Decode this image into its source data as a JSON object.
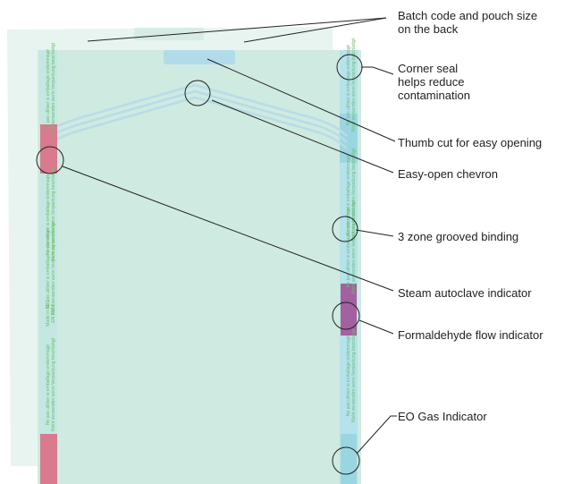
{
  "callouts": {
    "batch_code": [
      "Batch code and pouch size",
      "on the back"
    ],
    "corner_seal": [
      "Corner seal",
      "helps reduce",
      "contamination"
    ],
    "thumb_cut": "Thumb cut for easy opening",
    "chevron": "Easy-open chevron",
    "grooved_binding": "3 zone grooved binding",
    "steam_indicator": "Steam autoclave indicator",
    "formaldehyde_indicator": "Formaldehyde flow indicator",
    "eo_gas_indicator": "EO Gas Indicator"
  },
  "strip_text": {
    "warning_line1": "Ne pas utiliser si emballage endommagé",
    "warning_line2": "Nicht verwenden wenn Verpackung beschädigt",
    "made_in_line1": "Made in EEC",
    "made_in_line2": "EN 868-5"
  },
  "colors": {
    "pouch_fill": "#cfeae0",
    "back_pouch": "#e8f4f0",
    "border_stripe": "#b6e2ec",
    "steam_indicator": "#d97a8e",
    "formaldehyde_indicator": "#a4609f",
    "eo_gas_indicator": "#9ad6e2",
    "strip_text": "#6cbf6a",
    "callout_line": "#222222"
  }
}
